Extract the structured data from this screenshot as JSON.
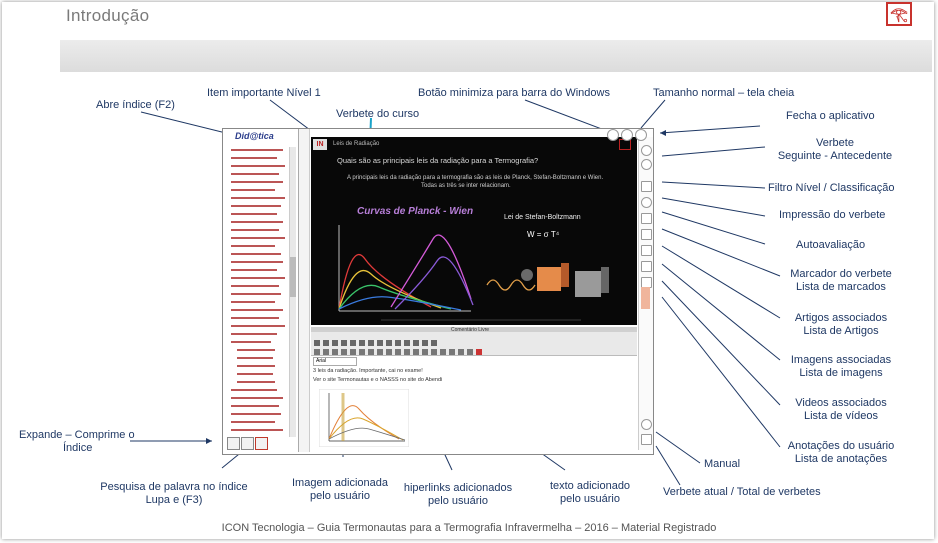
{
  "slide": {
    "title": "Introdução",
    "logo_icon": "eye-of-horus-icon",
    "footer": "ICON Tecnologia – Guia Termonautas para a Termografia Infravermelha – 2016 – Material Registrado"
  },
  "callouts": {
    "abre_indice": "Abre índice (F2)",
    "item_importante": "Item importante Nível 1",
    "verbete_curso": "Verbete do curso",
    "botao_minimiza": "Botão minimiza para barra do Windows",
    "tamanho_normal": "Tamanho normal – tela cheia",
    "fecha": "Fecha o aplicativo",
    "verbete_seg_line1": "Verbete",
    "verbete_seg_line2": "Seguinte - Antecedente",
    "filtro": "Filtro Nível / Classificação",
    "impressao": "Impressão do verbete",
    "autoavaliacao": "Autoavaliação",
    "marcador_line1": "Marcador do verbete",
    "marcador_line2": "Lista de marcados",
    "artigos_line1": "Artigos associados",
    "artigos_line2": "Lista de Artigos",
    "imagens_line1": "Imagens associadas",
    "imagens_line2": "Lista de imagens",
    "videos_line1": "Videos associados",
    "videos_line2": "Lista de vídeos",
    "anotacoes_line1": "Anotações do usuário",
    "anotacoes_line2": "Lista de anotações",
    "manual": "Manual",
    "verbete_atual": "Verbete atual / Total de verbetes",
    "expande_line1": "Expande – Comprime o",
    "expande_line2": "Índice",
    "pesquisa_line1": "Pesquisa de palavra no índice",
    "pesquisa_line2": "Lupa e (F3)",
    "imagem_line1": "Imagem adicionada",
    "imagem_line2": "pelo usuário",
    "hiperlinks_line1": "hiperlinks adicionados",
    "hiperlinks_line2": "pelo usuário",
    "texto_line1": "texto adicionado",
    "texto_line2": "pelo usuário"
  },
  "app": {
    "name": "Did@tica",
    "slide_header": "Leis de Radiação",
    "question": "Quais são as principais leis da radiação para a Termografia?",
    "answer_line1": "A principais leis da radiação para a termografia são as leis de Planck, Stefan-Boltzmann e Wien.",
    "answer_line2": "Todas as três se inter relacionam.",
    "planck_title": "Curvas de Planck - Wien",
    "stefan_title": "Lei de Stefan-Boltzmann",
    "stefan_formula": "W = σ T⁴",
    "editor_title": "Comentário Livre",
    "editor_font": "Arial",
    "editor_line1": "3 leis da radiação. Importante, cai no exame!",
    "editor_line2": "Ver o site Termonautas e o NASSS no site do Abendi"
  }
}
